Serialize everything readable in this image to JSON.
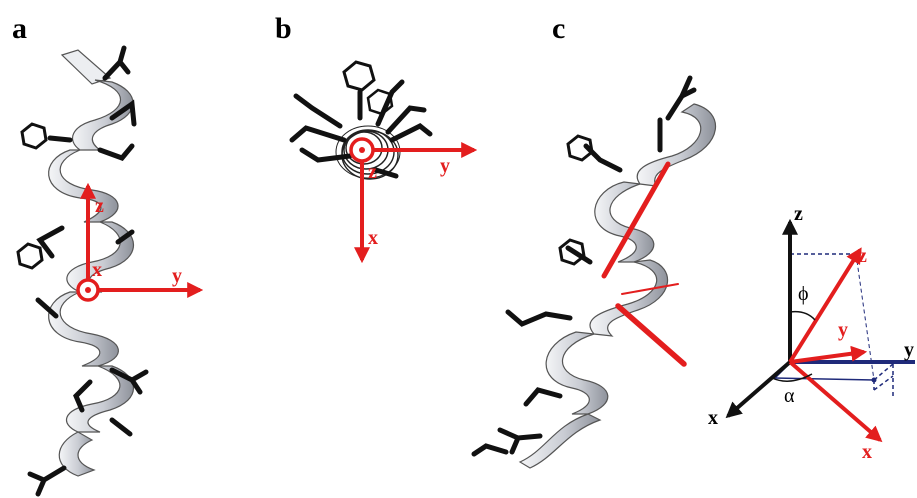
{
  "panels": {
    "a": {
      "letter": "a",
      "axes": {
        "z": "z",
        "x": "x",
        "y": "y"
      }
    },
    "b": {
      "letter": "b",
      "axes": {
        "z": "z",
        "x": "x",
        "y": "y"
      }
    },
    "c": {
      "letter": "c",
      "axes": {
        "z": "z",
        "x": "x",
        "y": "y"
      }
    },
    "frame": {
      "lab_axes": {
        "z": "z",
        "x": "x",
        "y": "y"
      },
      "helix_axes": {
        "z": "z",
        "x": "x",
        "y": "y"
      },
      "angles": {
        "phi": "ϕ",
        "alpha": "α"
      }
    }
  },
  "colors": {
    "axis_red": "#e31e1e",
    "lab_black": "#111111",
    "projection_blue": "#1f2a7a",
    "ribbon": "#d9dbe0"
  }
}
